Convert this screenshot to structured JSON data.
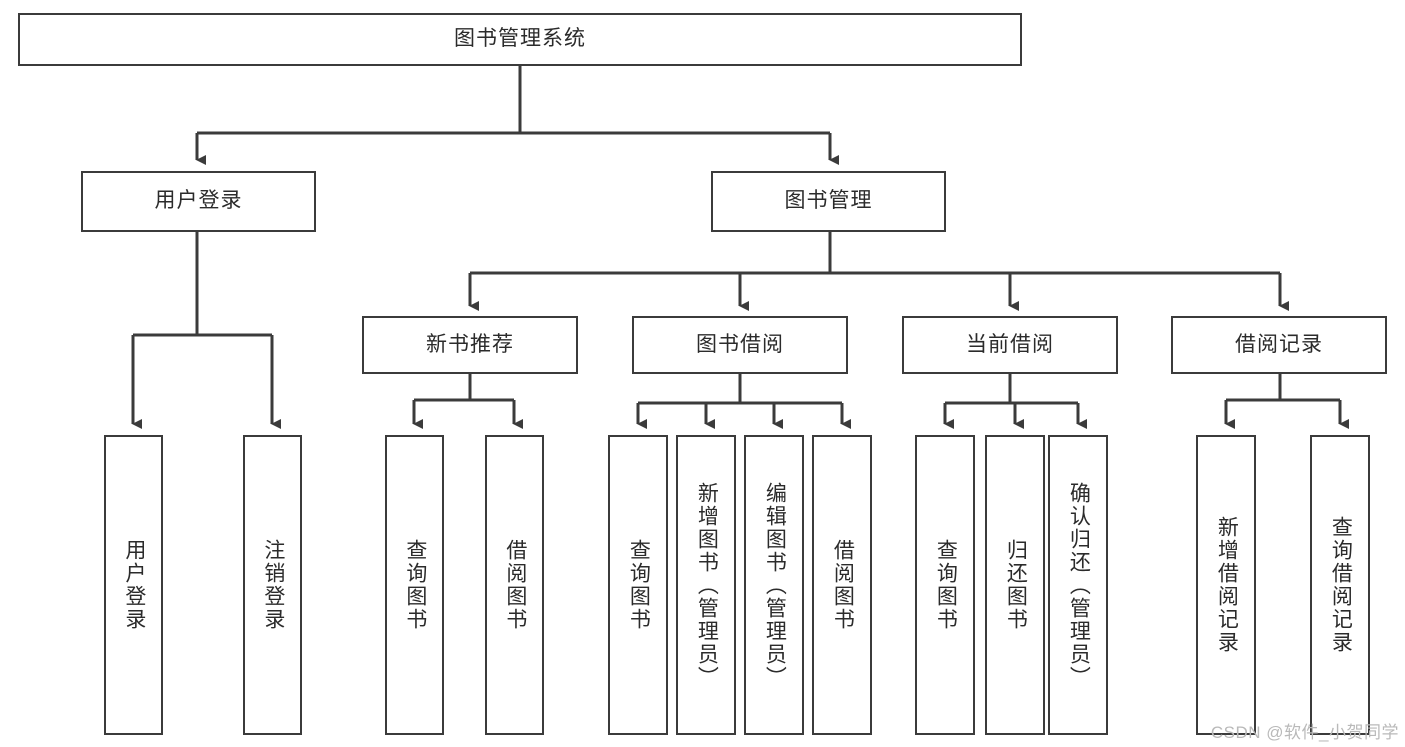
{
  "diagram": {
    "title": "图书管理系统",
    "watermark": "CSDN @软件_小贺同学",
    "line_color": "#3b3b3b",
    "box_fill": "#ffffff",
    "text_color": "#2b2b2b",
    "nodes": {
      "root": {
        "label": "图书管理系统"
      },
      "level2": [
        {
          "label": "用户登录"
        },
        {
          "label": "图书管理"
        }
      ],
      "level3": [
        {
          "label": "新书推荐"
        },
        {
          "label": "图书借阅"
        },
        {
          "label": "当前借阅"
        },
        {
          "label": "借阅记录"
        }
      ],
      "leaves": {
        "user_login": [
          {
            "label": "用户登录"
          },
          {
            "label": "注销登录"
          }
        ],
        "new_book": [
          {
            "label": "查询图书"
          },
          {
            "label": "借阅图书"
          }
        ],
        "book_borrow": [
          {
            "label": "查询图书"
          },
          {
            "label": "新增图书（管理员）"
          },
          {
            "label": "编辑图书（管理员）"
          },
          {
            "label": "借阅图书"
          }
        ],
        "current_borrow": [
          {
            "label": "查询图书"
          },
          {
            "label": "归还图书"
          },
          {
            "label": "确认归还（管理员）"
          }
        ],
        "borrow_record": [
          {
            "label": "新增借阅记录"
          },
          {
            "label": "查询借阅记录"
          }
        ]
      }
    }
  }
}
